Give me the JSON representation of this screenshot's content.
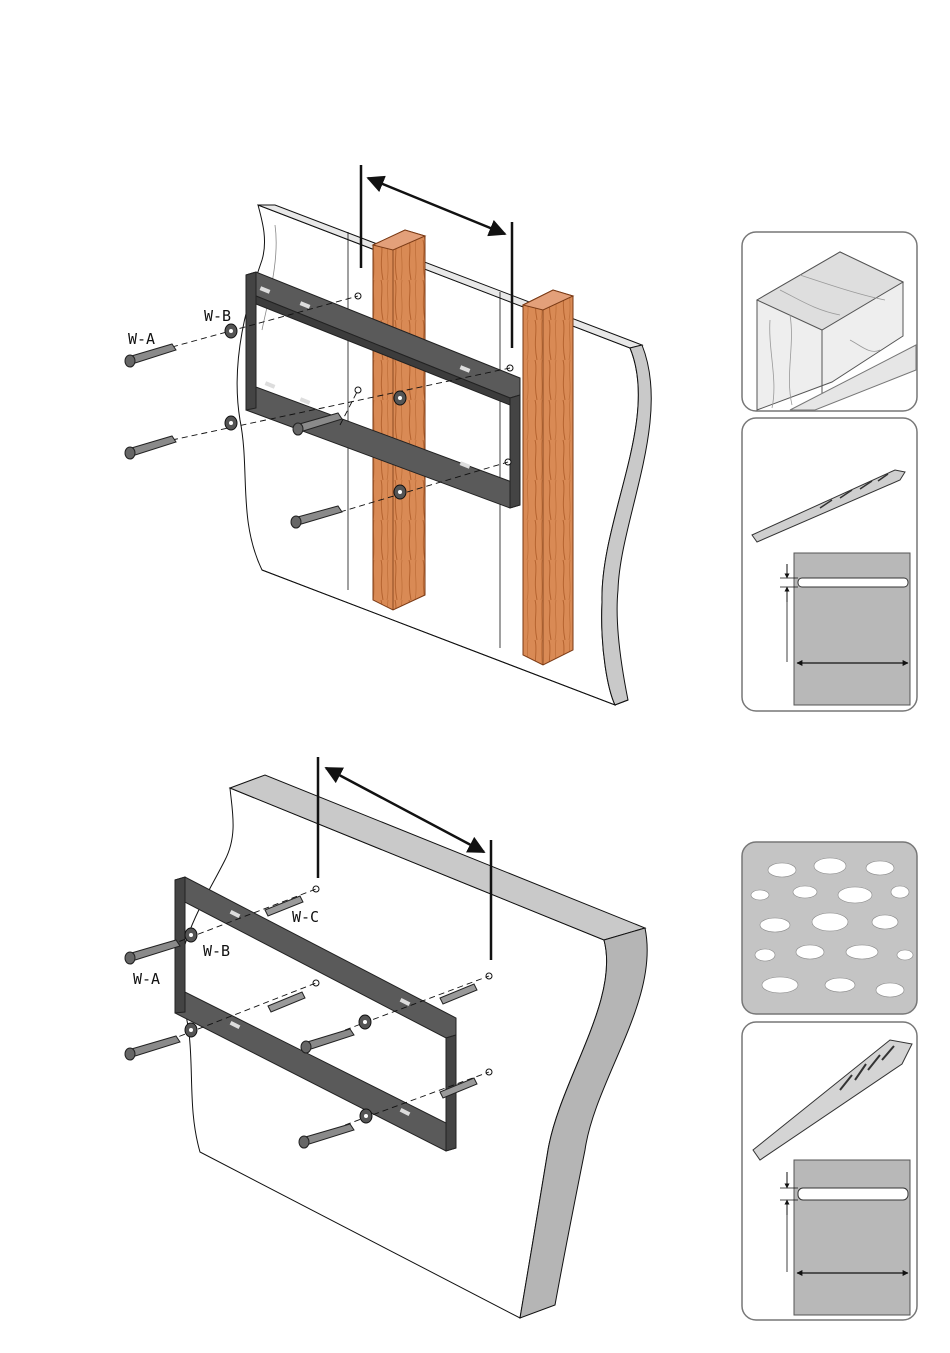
{
  "figure_top": {
    "labels": {
      "screw": "W-A",
      "washer": "W-B"
    }
  },
  "figure_bottom": {
    "labels": {
      "screw": "W-A",
      "washer": "W-B",
      "anchor": "W-C"
    }
  },
  "colors": {
    "wood_fill": "#d98a55",
    "wood_grain": "#a8542a",
    "bracket": "#4a4a4a",
    "wall_edge": "#c9c9c9",
    "drill_panel": "#b8b8b8"
  },
  "icons": {
    "top_panel_1": "wood-stud-icon",
    "top_panel_2": "wood-drill-bit-icon",
    "bottom_panel_1": "concrete-wall-icon",
    "bottom_panel_2": "masonry-drill-bit-icon"
  }
}
